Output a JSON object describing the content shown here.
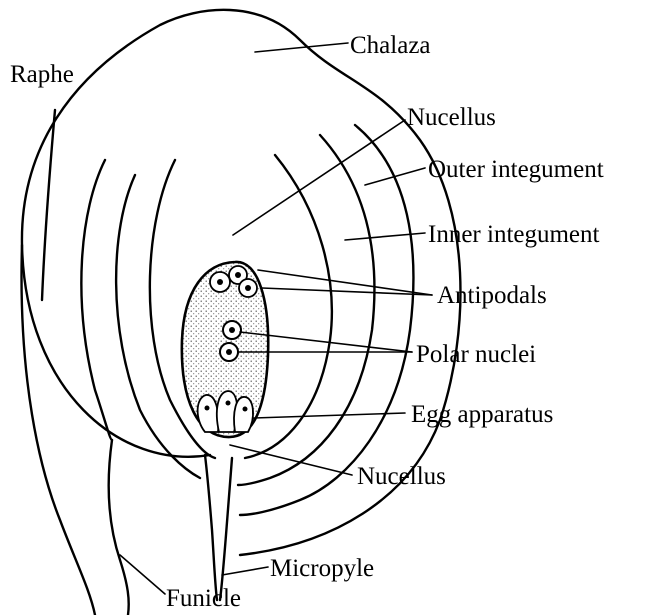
{
  "labels": {
    "chalaza": "Chalaza",
    "raphe": "Raphe",
    "nucellus_top": "Nucellus",
    "outer_integument": "Outer integument",
    "inner_integument": "Inner integument",
    "antipodals": "Antipodals",
    "polar_nuclei": "Polar nuclei",
    "egg_apparatus": "Egg apparatus",
    "nucellus_bottom": "Nucellus",
    "micropyle": "Micropyle",
    "funicle": "Funicle"
  }
}
